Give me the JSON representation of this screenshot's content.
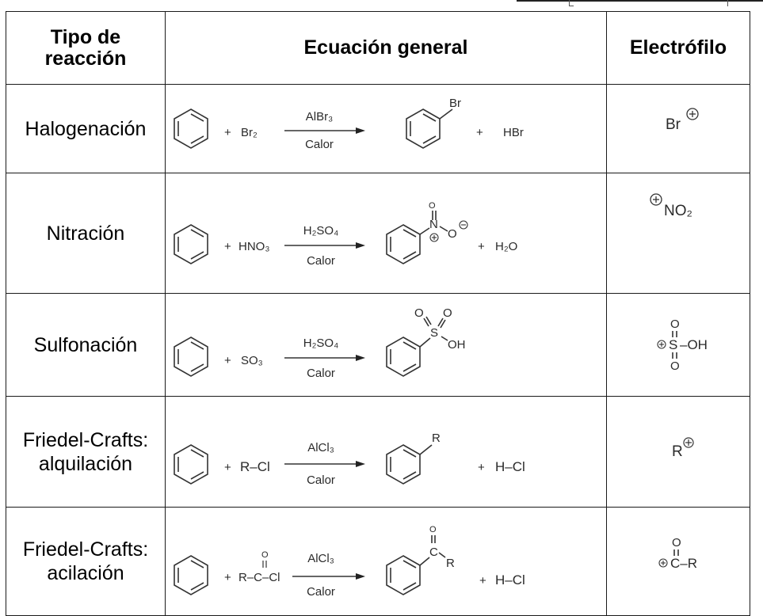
{
  "headers": {
    "type": "Tipo de\nreacción",
    "equation": "Ecuación general",
    "electrophile": "Electrófilo"
  },
  "rows": [
    {
      "type": "Halogenación",
      "reagent": "Br₂",
      "catalyst": "AlBr₃",
      "condition": "Calor",
      "substituent": "Br",
      "byproduct": "HBr",
      "electrophile": "Br"
    },
    {
      "type": "Nitración",
      "reagent": "HNO₃",
      "catalyst": "H₂SO₄",
      "condition": "Calor",
      "substituent_n": "N",
      "substituent_o_top": "O",
      "substituent_o_right": "O",
      "byproduct": "H₂O",
      "electrophile": "NO₂"
    },
    {
      "type": "Sulfonación",
      "reagent": "SO₃",
      "catalyst": "H₂SO₄",
      "condition": "Calor",
      "substituent_s": "S",
      "substituent_o1": "O",
      "substituent_o2": "O",
      "substituent_oh": "OH",
      "electrophile_s": "S",
      "electrophile_oh": "–OH",
      "electrophile_o": "O"
    },
    {
      "type": "Friedel-Crafts:\nalquilación",
      "reagent": "R–Cl",
      "catalyst": "AlCl₃",
      "condition": "Calor",
      "substituent": "R",
      "byproduct": "H–Cl",
      "electrophile": "R"
    },
    {
      "type": "Friedel-Crafts:\nacilación",
      "reagent_r": "R–C–Cl",
      "reagent_o": "O",
      "catalyst": "AlCl₃",
      "condition": "Calor",
      "substituent_c": "C",
      "substituent_o": "O",
      "substituent_r": "R",
      "byproduct": "H–Cl",
      "electrophile_c": "C–R",
      "electrophile_o": "O"
    }
  ],
  "plus": "+"
}
